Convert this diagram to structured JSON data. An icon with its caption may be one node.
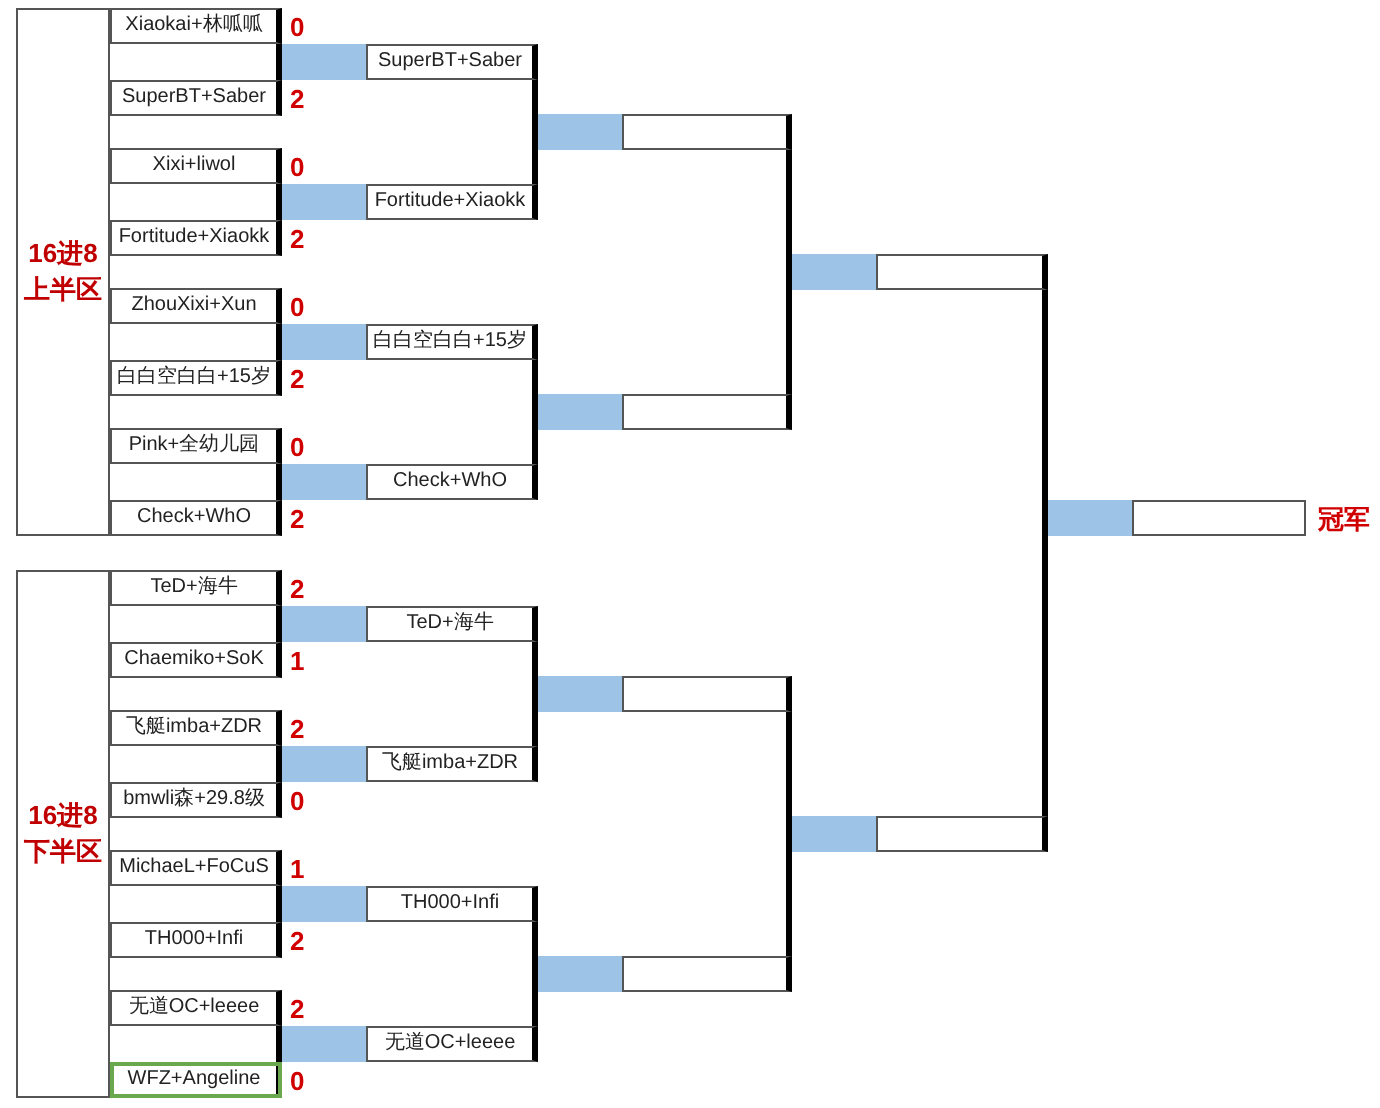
{
  "diagram": {
    "nodes": [
      {
        "text": [
          "16进8上半区"
        ]
      },
      {
        "text": [
          "16进8下半区"
        ]
      },
      {
        "text": [
          "Xiaokai+林呱呱"
        ],
        "beside": [
          "0"
        ]
      },
      {
        "text": [
          "SuperBT+Saber"
        ],
        "beside": [
          "2"
        ]
      },
      {
        "text": [
          "Xixi+liwol"
        ],
        "beside": [
          "0"
        ]
      },
      {
        "text": [
          "Fortitude+Xiaokk"
        ],
        "beside": [
          "2"
        ]
      },
      {
        "text": [
          "ZhouXixi+Xun"
        ],
        "beside": [
          "0"
        ]
      },
      {
        "text": [
          "白白空白白+15岁"
        ],
        "beside": [
          "2"
        ]
      },
      {
        "text": [
          "Pink+全幼儿园"
        ],
        "beside": [
          "0"
        ]
      },
      {
        "text": [
          "Check+WhO"
        ],
        "beside": [
          "2"
        ]
      },
      {
        "text": [
          "TeD+海牛"
        ],
        "beside": [
          "2"
        ]
      },
      {
        "text": [
          "Chaemiko+SoK"
        ],
        "beside": [
          "1"
        ]
      },
      {
        "text": [
          "飞艇imba+ZDR"
        ],
        "beside": [
          "2"
        ]
      },
      {
        "text": [
          "bmwli森+29.8级"
        ],
        "beside": [
          "0"
        ]
      },
      {
        "text": [
          "MichaeL+FoCuS"
        ],
        "beside": [
          "1"
        ]
      },
      {
        "text": [
          "TH000+Infi"
        ],
        "beside": [
          "2"
        ]
      },
      {
        "text": [
          "无道OC+leeee"
        ],
        "beside": [
          "2"
        ]
      },
      {
        "text": [
          "WFZ+Angeline"
        ],
        "beside": [
          "0"
        ]
      },
      {
        "text": [
          "SuperBT+Saber"
        ]
      },
      {
        "text": [
          "Fortitude+Xiaokk"
        ]
      },
      {
        "text": [
          "白白空白白+15岁"
        ]
      },
      {
        "text": [
          "Check+WhO"
        ]
      },
      {
        "text": [
          "TeD+海牛"
        ]
      },
      {
        "text": [
          "飞艇imba+ZDR"
        ]
      },
      {
        "text": [
          "TH000+Infi"
        ]
      },
      {
        "text": [
          "无道OC+leeee"
        ]
      },
      {
        "text": [],
        "shape": "box"
      },
      {
        "text": [],
        "shape": "box"
      },
      {
        "text": [],
        "shape": "box"
      },
      {
        "text": [],
        "shape": "box"
      },
      {
        "text": [],
        "shape": "box"
      },
      {
        "text": [],
        "shape": "box"
      },
      {
        "text": [],
        "shape": "box",
        "beside": [
          "冠军"
        ]
      }
    ],
    "edges": [
      {
        "from": 2,
        "to": 18,
        "arrow": "other"
      },
      {
        "from": 3,
        "to": 18,
        "arrow": "other"
      },
      {
        "from": 4,
        "to": 19,
        "arrow": "other"
      },
      {
        "from": 5,
        "to": 19,
        "arrow": "other"
      },
      {
        "from": 6,
        "to": 20,
        "arrow": "other"
      },
      {
        "from": 7,
        "to": 20,
        "arrow": "other"
      },
      {
        "from": 8,
        "to": 21,
        "arrow": "other"
      },
      {
        "from": 9,
        "to": 21,
        "arrow": "other"
      },
      {
        "from": 10,
        "to": 22,
        "arrow": "other"
      },
      {
        "from": 11,
        "to": 22,
        "arrow": "other"
      },
      {
        "from": 12,
        "to": 23,
        "arrow": "other"
      },
      {
        "from": 13,
        "to": 23,
        "arrow": "other"
      },
      {
        "from": 14,
        "to": 24,
        "arrow": "other"
      },
      {
        "from": 15,
        "to": 24,
        "arrow": "other"
      },
      {
        "from": 16,
        "to": 25,
        "arrow": "other"
      },
      {
        "from": 17,
        "to": 25,
        "arrow": "other"
      },
      {
        "from": 18,
        "to": 26,
        "arrow": "other"
      },
      {
        "from": 19,
        "to": 26,
        "arrow": "other"
      },
      {
        "from": 20,
        "to": 27,
        "arrow": "other"
      },
      {
        "from": 21,
        "to": 27,
        "arrow": "other"
      },
      {
        "from": 22,
        "to": 28,
        "arrow": "other"
      },
      {
        "from": 23,
        "to": 28,
        "arrow": "other"
      },
      {
        "from": 24,
        "to": 29,
        "arrow": "other"
      },
      {
        "from": 25,
        "to": 29,
        "arrow": "other"
      },
      {
        "from": 26,
        "to": 30,
        "arrow": "other"
      },
      {
        "from": 27,
        "to": 30,
        "arrow": "other"
      },
      {
        "from": 28,
        "to": 31,
        "arrow": "other"
      },
      {
        "from": 29,
        "to": 31,
        "arrow": "other"
      },
      {
        "from": 30,
        "to": 32,
        "arrow": "other"
      },
      {
        "from": 31,
        "to": 32,
        "arrow": "other"
      }
    ]
  }
}
